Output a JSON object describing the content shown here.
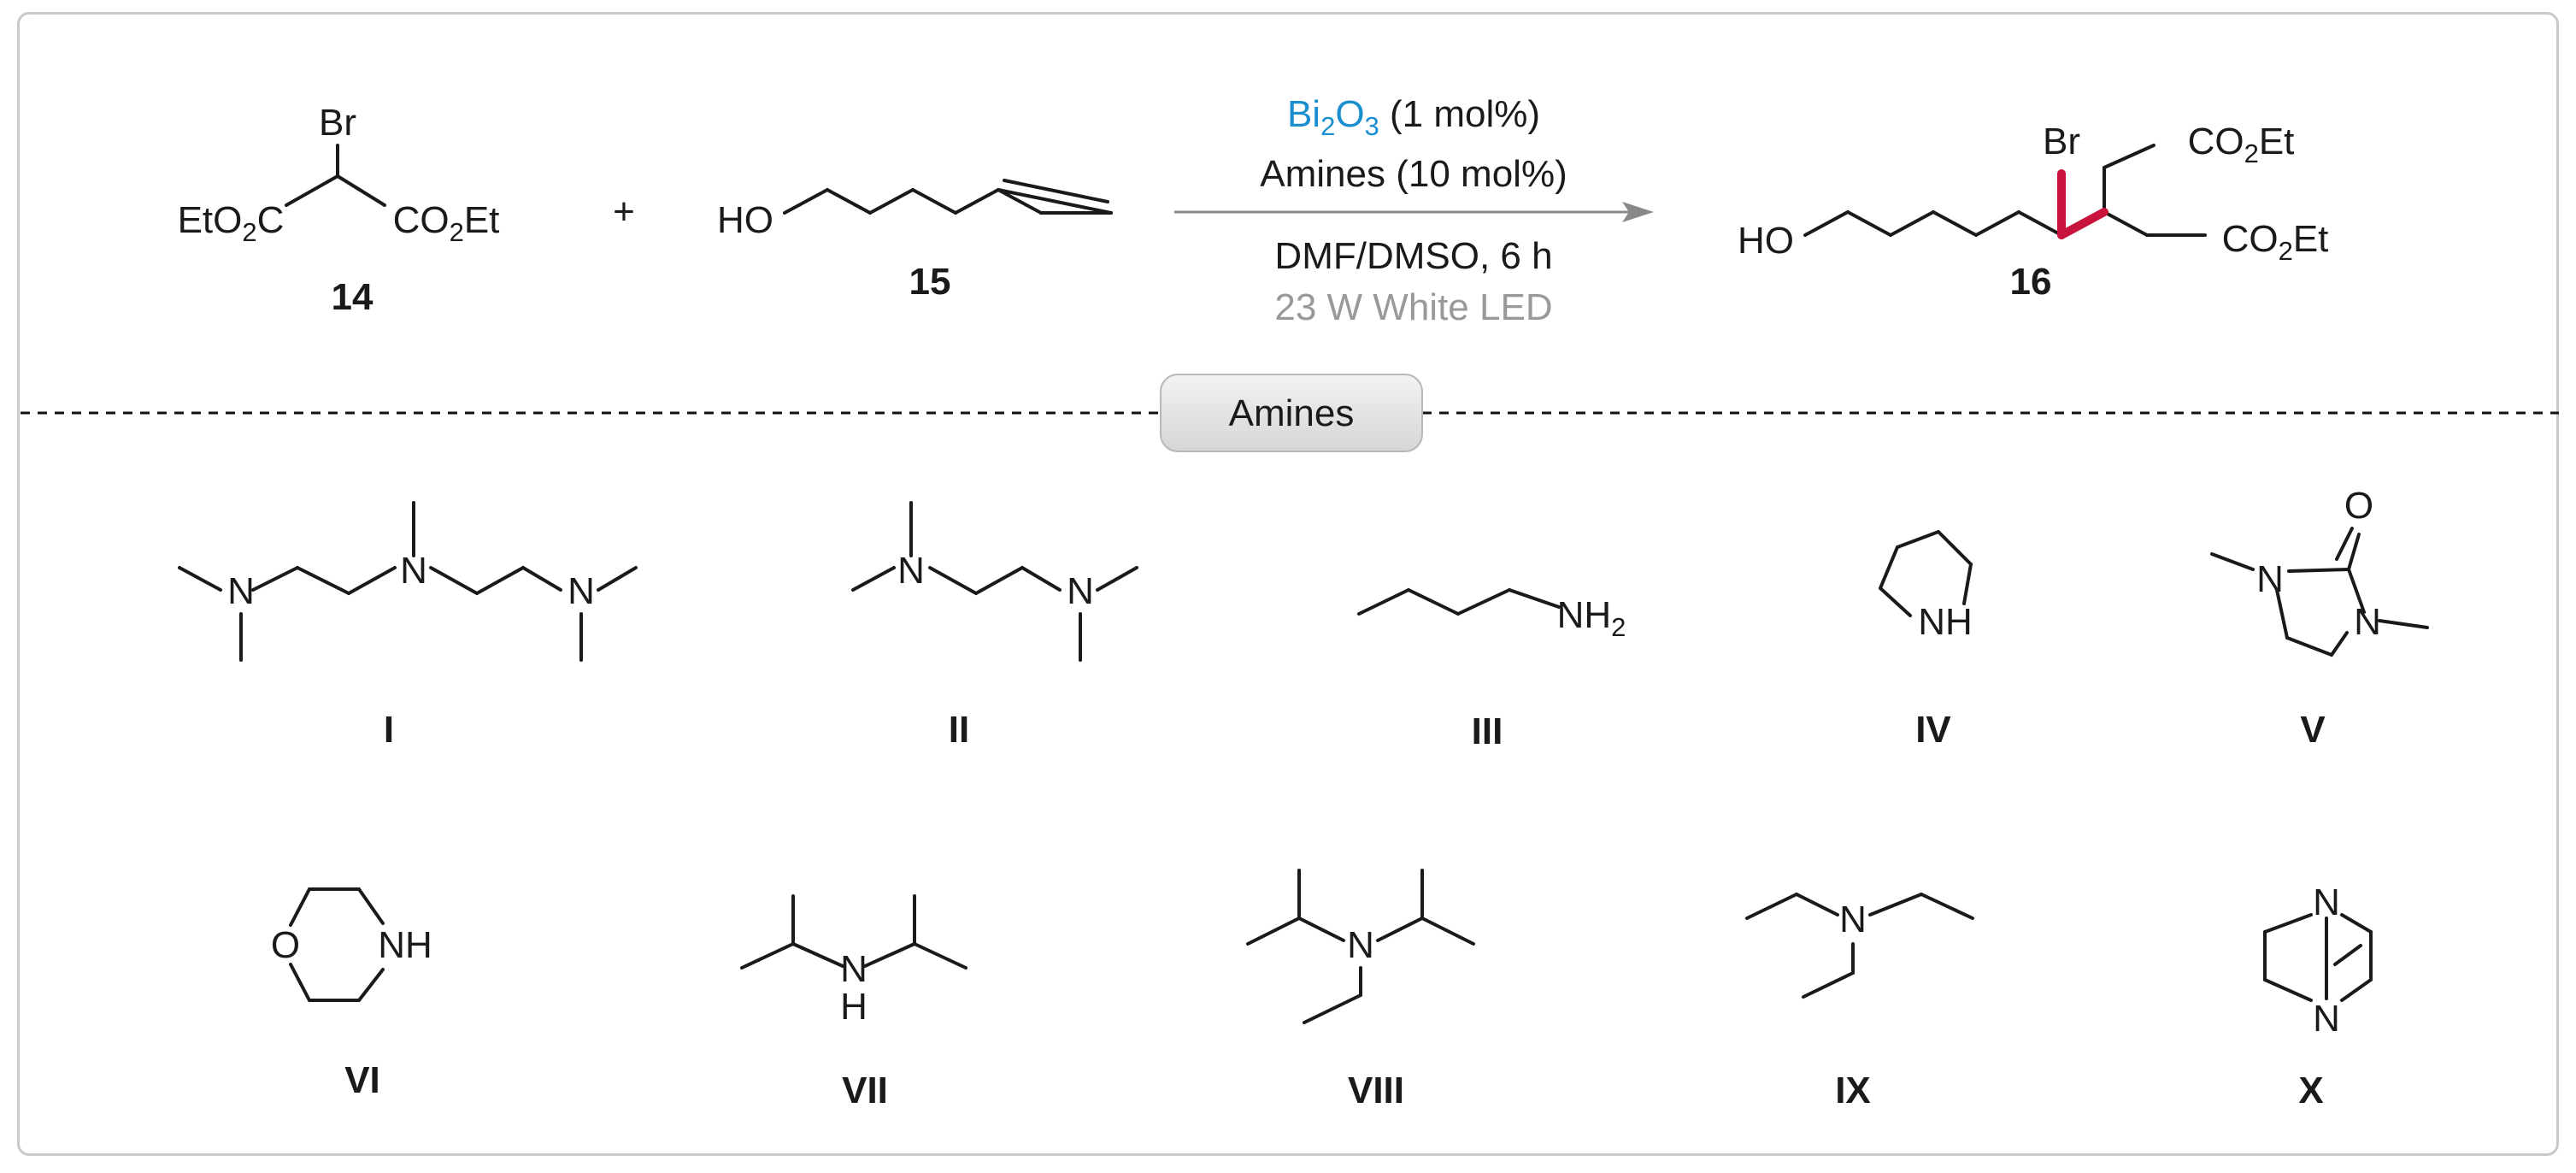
{
  "reaction": {
    "reactant1": {
      "label": "14",
      "atoms": {
        "br": "Br",
        "left_ester_pre": "EtO",
        "left_ester_sub": "2",
        "left_ester_post": "C",
        "right_ester_pre": "CO",
        "right_ester_sub": "2",
        "right_ester_post": "Et"
      }
    },
    "plus": "+",
    "reactant2": {
      "label": "15",
      "atoms": {
        "ho": "HO"
      }
    },
    "conditions": {
      "catalyst_pre": "Bi",
      "catalyst_sub1": "2",
      "catalyst_mid": "O",
      "catalyst_sub2": "3",
      "catalyst_loading": " (1 mol%)",
      "amines_loading": "Amines (10 mol%)",
      "solvent_time": "DMF/DMSO, 6 h",
      "light": "23 W White LED"
    },
    "product": {
      "label": "16",
      "atoms": {
        "ho": "HO",
        "br": "Br",
        "ester_pre": "CO",
        "ester_sub": "2",
        "ester_post": "Et"
      }
    }
  },
  "amines_badge": "Amines",
  "amines": [
    {
      "label": "I"
    },
    {
      "label": "II"
    },
    {
      "label": "III",
      "atoms": {
        "nh2_pre": "NH",
        "nh2_sub": "2"
      }
    },
    {
      "label": "IV",
      "atoms": {
        "nh": "NH"
      }
    },
    {
      "label": "V",
      "atoms": {
        "o": "O",
        "n": "N"
      }
    },
    {
      "label": "VI",
      "atoms": {
        "o": "O",
        "nh": "NH"
      }
    },
    {
      "label": "VII",
      "atoms": {
        "n": "N",
        "h": "H"
      }
    },
    {
      "label": "VIII",
      "atoms": {
        "n": "N"
      }
    },
    {
      "label": "IX",
      "atoms": {
        "n": "N"
      }
    },
    {
      "label": "X",
      "atoms": {
        "n": "N"
      }
    }
  ],
  "colors": {
    "catalyst": "#1a8fd0",
    "new_bond": "#c8143c",
    "light": "#999999",
    "arrow": "#888888",
    "frame": "#c9c9c9",
    "badge_fill": "#e2e2e2"
  }
}
